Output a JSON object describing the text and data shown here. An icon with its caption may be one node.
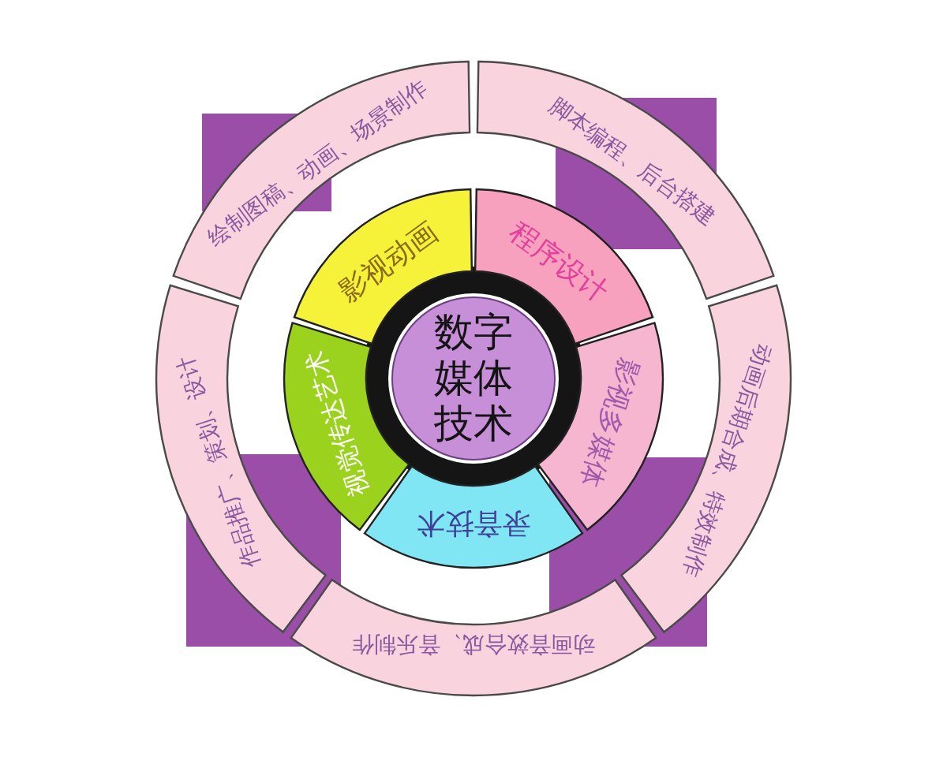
{
  "diagram": {
    "nodes": [
      {
        "text": [
          "数字媒体技术"
        ]
      },
      {
        "text": [
          "影视动画"
        ]
      },
      {
        "text": [
          "程序设计"
        ]
      },
      {
        "text": [
          "影视多媒体"
        ]
      },
      {
        "text": [
          "录音技术"
        ]
      },
      {
        "text": [
          "视觉传达艺术"
        ]
      },
      {
        "text": [
          "绘制图稿、动画、场景制作"
        ]
      },
      {
        "text": [
          "脚本编程、后台搭建"
        ]
      },
      {
        "text": [
          "动画后期合成、特效制作"
        ]
      },
      {
        "text": [
          "动画音效合成、音乐制作"
        ]
      },
      {
        "text": [
          "作品推广、策划、设计"
        ]
      }
    ]
  }
}
